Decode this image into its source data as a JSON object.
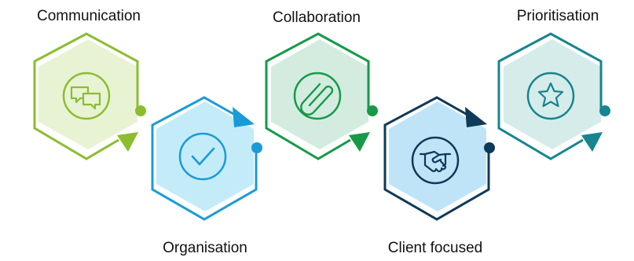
{
  "steps": [
    {
      "label": "Communication",
      "color": "#8cbd2f",
      "fill": "#e8f3d4",
      "icon": "chat-bubbles-icon"
    },
    {
      "label": "Organisation",
      "color": "#1a9bd7",
      "fill": "#c4ecf8",
      "icon": "checkmark-icon"
    },
    {
      "label": "Collaboration",
      "color": "#169a47",
      "fill": "#d4ece0",
      "icon": "paperclip-icon"
    },
    {
      "label": "Client focused",
      "color": "#0e3a57",
      "fill": "#bfe4f8",
      "icon": "handshake-icon"
    },
    {
      "label": "Prioritisation",
      "color": "#16858f",
      "fill": "#d6eceb",
      "icon": "star-icon"
    }
  ]
}
